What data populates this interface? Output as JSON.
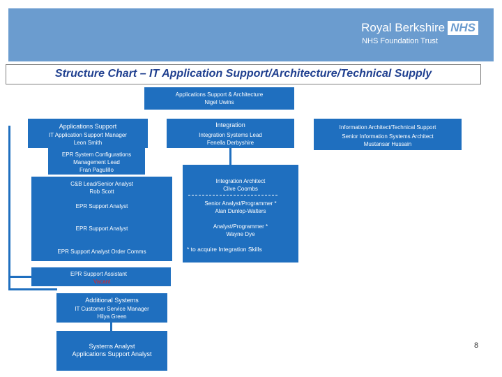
{
  "header": {
    "org_name": "Royal Berkshire",
    "nhs_mark": "NHS",
    "org_sub": "NHS Foundation Trust",
    "title": "Structure Chart – IT Application Support/Architecture/Technical Supply"
  },
  "top": {
    "line1": "Applications Support & Architecture",
    "line2": "Nigel Uwins"
  },
  "apps_support": {
    "heading": "Applications Support",
    "role": "IT Application Support Manager",
    "name": "Leon Smith"
  },
  "integration": {
    "heading": "Integration",
    "role": "Integration Systems Lead",
    "name": "Fenella Derbyshire"
  },
  "info_arch": {
    "heading": "Information Architect/Technical Support",
    "role": "Senior Information Systems Architect",
    "name": "Mustansar Hussain"
  },
  "epr_config": {
    "line1": "EPR System Configurations",
    "line2": "Management Lead",
    "line3": "Fran Pagulillo"
  },
  "cab_lead": {
    "role": "C&B Lead/Senior Analyst",
    "name": "Rob Scott"
  },
  "analysts": [
    "EPR Support Analyst",
    "EPR Support Analyst",
    "EPR Support Analyst Order Comms"
  ],
  "integration_team": {
    "arch_role": "Integration Architect",
    "arch_name": "Clive Coombs",
    "sap_role": "Senior Analyst/Programmer *",
    "sap_name": "Alan Dunlop-Walters",
    "ap_role": "Analyst/Programmer *",
    "ap_name": "Wayne Dye",
    "note": "* to acquire Integration Skills"
  },
  "epr_assistant": {
    "role": "EPR Support Assistant",
    "status": "Vacant"
  },
  "additional": {
    "heading": "Additional Systems",
    "role": "IT Customer Service Manager",
    "name": "Hilya Green"
  },
  "systems_analyst": {
    "line1": "Systems Analyst",
    "line2": "Applications Support Analyst"
  },
  "page_number": "8",
  "colors": {
    "header": "#6b9ccf",
    "box": "#1f6fbf",
    "title": "#1f3f8f",
    "vacant": "#e02020"
  }
}
